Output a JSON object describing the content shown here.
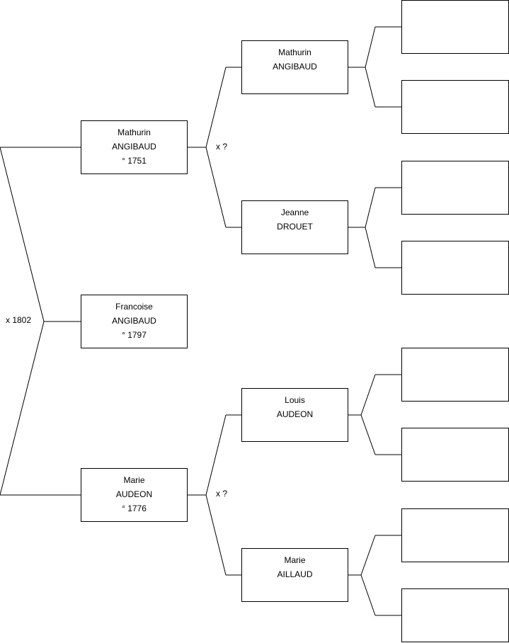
{
  "tree": {
    "focus": {
      "first_name": "Francoise",
      "last_name": "ANGIBAUD",
      "birth": "° 1797"
    },
    "father": {
      "first_name": "Mathurin",
      "last_name": "ANGIBAUD",
      "birth": "° 1751"
    },
    "mother": {
      "first_name": "Marie",
      "last_name": "AUDEON",
      "birth": "° 1776"
    },
    "paternal_grandfather": {
      "first_name": "Mathurin",
      "last_name": "ANGIBAUD"
    },
    "paternal_grandmother": {
      "first_name": "Jeanne",
      "last_name": "DROUET"
    },
    "maternal_grandfather": {
      "first_name": "Louis",
      "last_name": "AUDEON"
    },
    "maternal_grandmother": {
      "first_name": "Marie",
      "last_name": "AILLAUD"
    },
    "parents_marriage": "x 1802",
    "paternal_grandparents_marriage": "x ?",
    "maternal_grandparents_marriage": "x ?"
  },
  "colors": {
    "line": "#000000",
    "box_border": "#000000",
    "background": "#ffffff"
  }
}
